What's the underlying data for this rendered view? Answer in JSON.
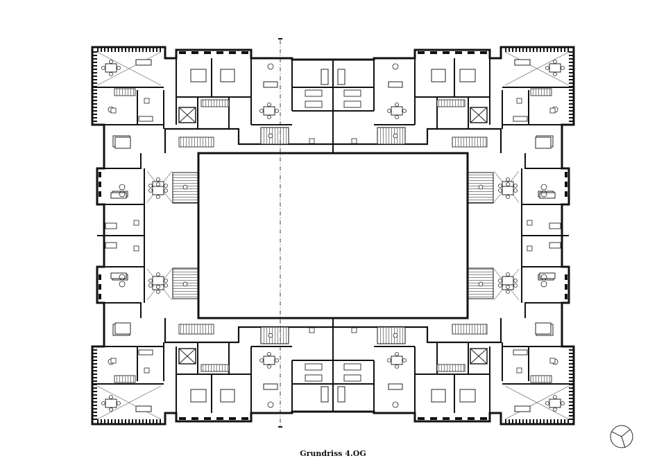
{
  "caption": "Grundriss 4.OG",
  "colors": {
    "wall": "#111111",
    "thin": "#333333",
    "fill_courtyard": "#ffffff",
    "paper": "#ffffff"
  },
  "symbols": [
    "north-arrow-icon",
    "stair",
    "elevator",
    "table-with-chairs",
    "sofa",
    "bed",
    "bathtub",
    "toilet"
  ]
}
